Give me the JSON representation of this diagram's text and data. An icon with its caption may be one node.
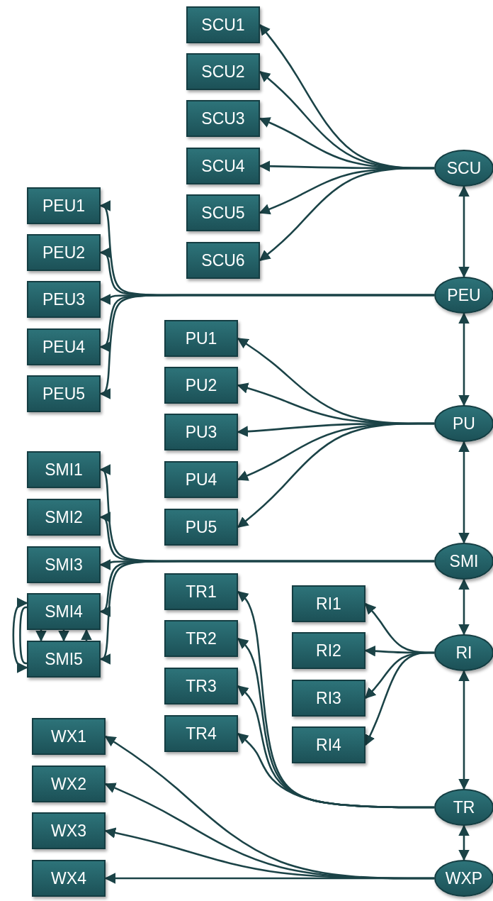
{
  "diagram": {
    "nodes": [
      {
        "text": [
          "SCU1"
        ]
      },
      {
        "text": [
          "SCU2"
        ]
      },
      {
        "text": [
          "SCU3"
        ]
      },
      {
        "text": [
          "SCU4"
        ]
      },
      {
        "text": [
          "SCU5"
        ]
      },
      {
        "text": [
          "SCU6"
        ]
      },
      {
        "text": [
          "SCU"
        ]
      },
      {
        "text": [
          "PEU1"
        ]
      },
      {
        "text": [
          "PEU2"
        ]
      },
      {
        "text": [
          "PEU3"
        ]
      },
      {
        "text": [
          "PEU4"
        ]
      },
      {
        "text": [
          "PEU5"
        ]
      },
      {
        "text": [
          "PEU"
        ]
      },
      {
        "text": [
          "PU1"
        ]
      },
      {
        "text": [
          "PU2"
        ]
      },
      {
        "text": [
          "PU3"
        ]
      },
      {
        "text": [
          "PU4"
        ]
      },
      {
        "text": [
          "PU5"
        ]
      },
      {
        "text": [
          "PU"
        ]
      },
      {
        "text": [
          "SMI1"
        ]
      },
      {
        "text": [
          "SMI2"
        ]
      },
      {
        "text": [
          "SMI3"
        ]
      },
      {
        "text": [
          "SMI4"
        ]
      },
      {
        "text": [
          "SMI5"
        ]
      },
      {
        "text": [
          "SMI"
        ]
      },
      {
        "text": [
          "TR1"
        ]
      },
      {
        "text": [
          "TR2"
        ]
      },
      {
        "text": [
          "TR3"
        ]
      },
      {
        "text": [
          "TR4"
        ]
      },
      {
        "text": [
          "RI1"
        ]
      },
      {
        "text": [
          "RI2"
        ]
      },
      {
        "text": [
          "RI3"
        ]
      },
      {
        "text": [
          "RI4"
        ]
      },
      {
        "text": [
          "RI"
        ]
      },
      {
        "text": [
          "TR"
        ]
      },
      {
        "text": [
          "WX1"
        ]
      },
      {
        "text": [
          "WX2"
        ]
      },
      {
        "text": [
          "WX3"
        ]
      },
      {
        "text": [
          "WX4"
        ]
      },
      {
        "text": [
          "WXP"
        ]
      }
    ],
    "edges": [
      {
        "from": 6,
        "to": 0,
        "arrow": "to"
      },
      {
        "from": 6,
        "to": 1,
        "arrow": "to"
      },
      {
        "from": 6,
        "to": 2,
        "arrow": "to"
      },
      {
        "from": 6,
        "to": 3,
        "arrow": "to"
      },
      {
        "from": 6,
        "to": 4,
        "arrow": "to"
      },
      {
        "from": 6,
        "to": 5,
        "arrow": "to"
      },
      {
        "from": 12,
        "to": 7,
        "arrow": "to"
      },
      {
        "from": 12,
        "to": 8,
        "arrow": "to"
      },
      {
        "from": 12,
        "to": 9,
        "arrow": "to"
      },
      {
        "from": 12,
        "to": 10,
        "arrow": "to"
      },
      {
        "from": 12,
        "to": 11,
        "arrow": "to"
      },
      {
        "from": 18,
        "to": 13,
        "arrow": "to"
      },
      {
        "from": 18,
        "to": 14,
        "arrow": "to"
      },
      {
        "from": 18,
        "to": 15,
        "arrow": "to"
      },
      {
        "from": 18,
        "to": 16,
        "arrow": "to"
      },
      {
        "from": 18,
        "to": 17,
        "arrow": "to"
      },
      {
        "from": 24,
        "to": 19,
        "arrow": "to"
      },
      {
        "from": 24,
        "to": 20,
        "arrow": "to"
      },
      {
        "from": 24,
        "to": 21,
        "arrow": "to"
      },
      {
        "from": 24,
        "to": 22,
        "arrow": "to"
      },
      {
        "from": 24,
        "to": 23,
        "arrow": "to"
      },
      {
        "from": 22,
        "to": 23,
        "arrow": "to"
      },
      {
        "from": 22,
        "to": 23,
        "arrow": "to"
      },
      {
        "from": 23,
        "to": 22,
        "arrow": "to"
      },
      {
        "from": 23,
        "to": 22,
        "arrow": "both"
      },
      {
        "from": 22,
        "to": 23,
        "arrow": "none"
      },
      {
        "from": 33,
        "to": 29,
        "arrow": "to"
      },
      {
        "from": 33,
        "to": 30,
        "arrow": "to"
      },
      {
        "from": 33,
        "to": 31,
        "arrow": "to"
      },
      {
        "from": 33,
        "to": 32,
        "arrow": "to"
      },
      {
        "from": 34,
        "to": 25,
        "arrow": "to"
      },
      {
        "from": 34,
        "to": 26,
        "arrow": "to"
      },
      {
        "from": 34,
        "to": 27,
        "arrow": "to"
      },
      {
        "from": 34,
        "to": 28,
        "arrow": "to"
      },
      {
        "from": 39,
        "to": 35,
        "arrow": "to"
      },
      {
        "from": 39,
        "to": 36,
        "arrow": "to"
      },
      {
        "from": 39,
        "to": 37,
        "arrow": "to"
      },
      {
        "from": 39,
        "to": 38,
        "arrow": "to"
      },
      {
        "from": 6,
        "to": 12,
        "arrow": "both"
      },
      {
        "from": 12,
        "to": 18,
        "arrow": "both"
      },
      {
        "from": 18,
        "to": 24,
        "arrow": "both"
      },
      {
        "from": 24,
        "to": 33,
        "arrow": "both"
      },
      {
        "from": 33,
        "to": 34,
        "arrow": "both"
      },
      {
        "from": 34,
        "to": 39,
        "arrow": "both"
      }
    ]
  }
}
